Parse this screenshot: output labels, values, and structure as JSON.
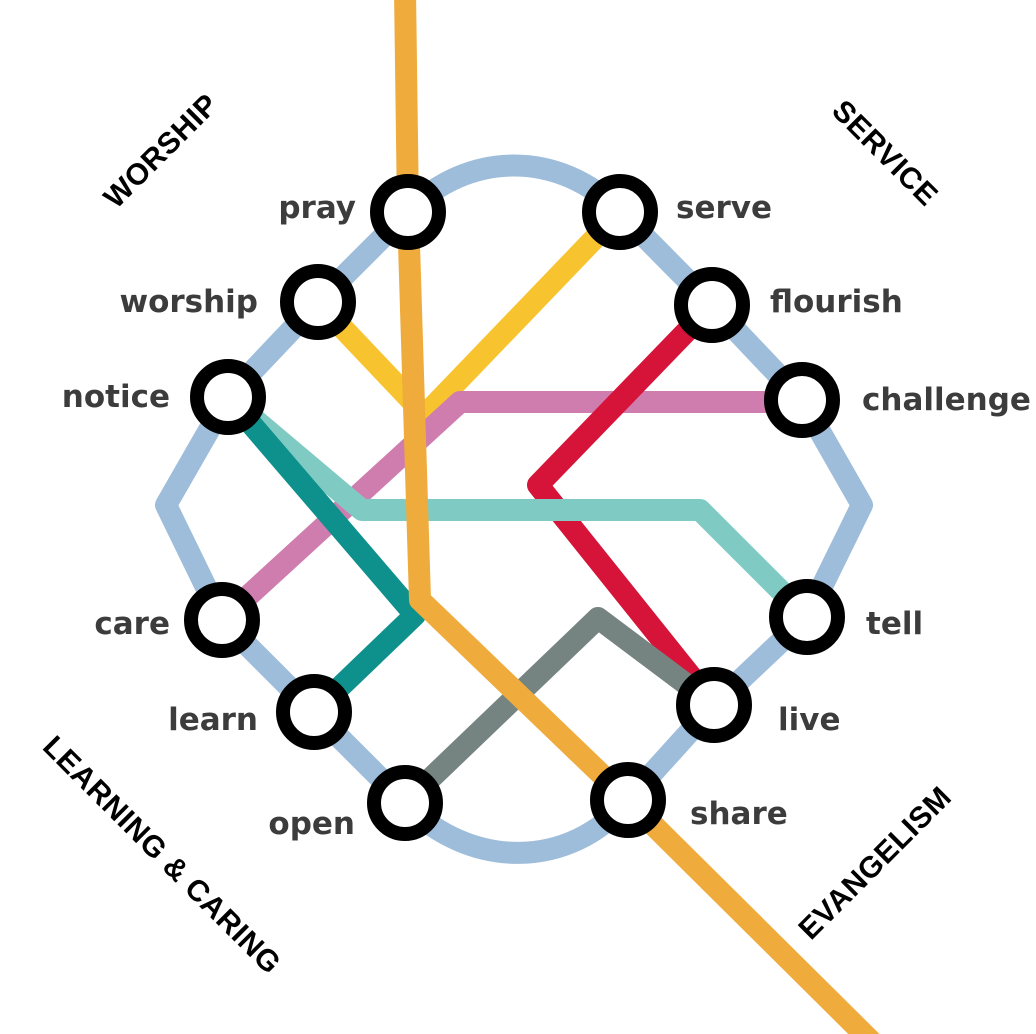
{
  "stations": {
    "pray": "pray",
    "serve": "serve",
    "worship": "worship",
    "flourish": "flourish",
    "notice": "notice",
    "challenge": "challenge",
    "care": "care",
    "tell": "tell",
    "learn": "learn",
    "live": "live",
    "open": "open",
    "share": "share"
  },
  "quadrants": {
    "worship": "WORSHIP",
    "service": "SERVICE",
    "learning_caring": "LEARNING & CARING",
    "evangelism": "EVANGELISM"
  },
  "colors": {
    "ring": "#9dbddb",
    "orange": "#efab3c",
    "yellow": "#f7c32e",
    "pink": "#cf7cae",
    "red": "#d6143a",
    "teal_light": "#7fcbc4",
    "teal_dark": "#0e918c",
    "gray": "#758381",
    "station_stroke": "#000000",
    "station_fill": "#ffffff"
  }
}
